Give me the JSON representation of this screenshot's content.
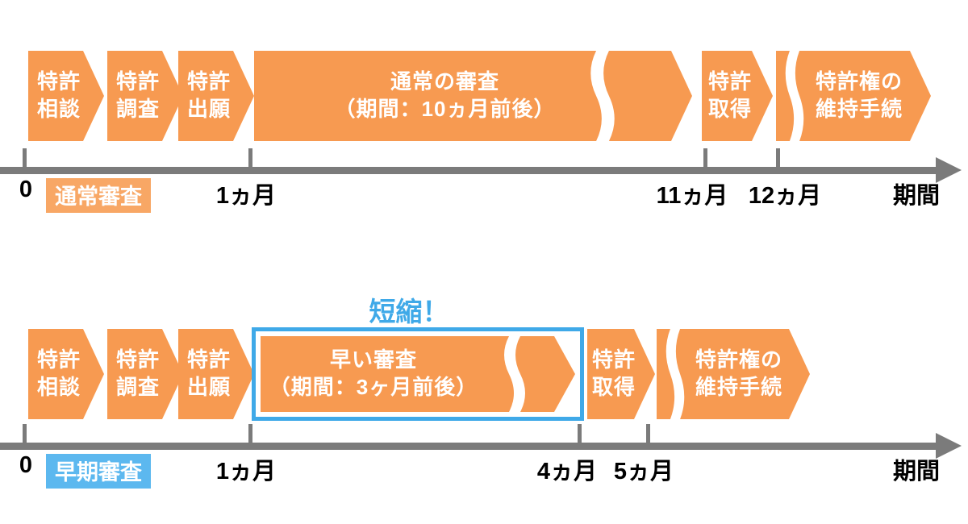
{
  "colors": {
    "orange": "#F79A51",
    "orange_light": "#F8A765",
    "blue": "#3FA9E8",
    "blue_light": "#5CB8EF",
    "gray": "#7B7B7B"
  },
  "normal": {
    "tag": "通常審査",
    "steps": [
      {
        "line1": "特許",
        "line2": "相談"
      },
      {
        "line1": "特許",
        "line2": "調査"
      },
      {
        "line1": "特許",
        "line2": "出願"
      }
    ],
    "exam": {
      "line1": "通常の審査",
      "line2": "（期間：10ヵ月前後）"
    },
    "acquire": {
      "line1": "特許",
      "line2": "取得"
    },
    "maintain": {
      "line1": "特許権の",
      "line2": "維持手続"
    },
    "ticks": [
      "0",
      "1ヵ月",
      "11ヵ月",
      "12ヵ月"
    ],
    "axis": "期間"
  },
  "expedited": {
    "tag": "早期審査",
    "annotation": "短縮！",
    "steps": [
      {
        "line1": "特許",
        "line2": "相談"
      },
      {
        "line1": "特許",
        "line2": "調査"
      },
      {
        "line1": "特許",
        "line2": "出願"
      }
    ],
    "exam": {
      "line1": "早い審査",
      "line2": "（期間：3ヶ月前後）"
    },
    "acquire": {
      "line1": "特許",
      "line2": "取得"
    },
    "maintain": {
      "line1": "特許権の",
      "line2": "維持手続"
    },
    "ticks": [
      "0",
      "1ヵ月",
      "4ヵ月",
      "5ヵ月"
    ],
    "axis": "期間"
  }
}
